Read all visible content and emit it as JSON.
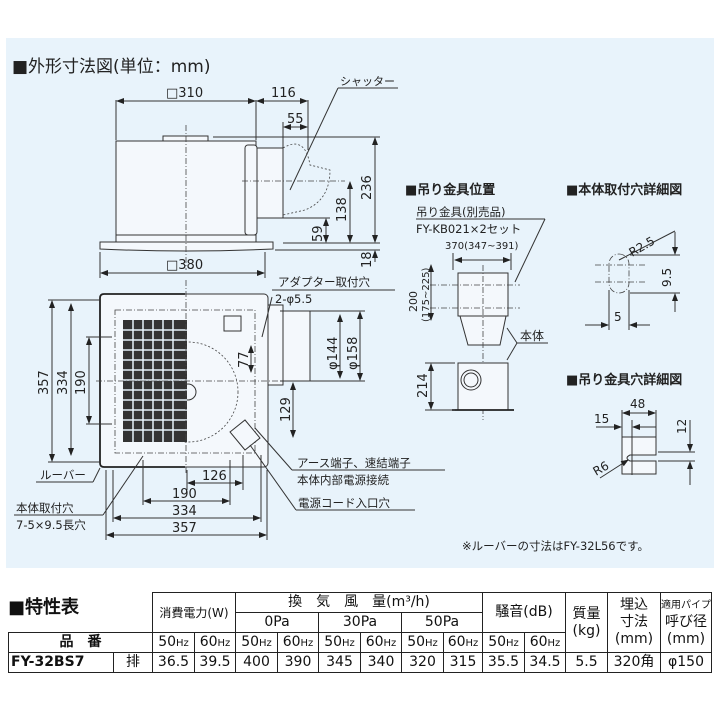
{
  "dimension_drawing": {
    "title": "■外形寸法図(単位：mm)",
    "side_view": {
      "width_body": "□310",
      "depth_116": "116",
      "depth_55": "55",
      "height_236": "236",
      "height_138": "138",
      "height_59": "59",
      "height_18": "18",
      "width_flange": "□380",
      "shutter_label": "シャッター"
    },
    "plan_view": {
      "adapter_hole_label": "アダプター取付穴",
      "adapter_hole_spec": "2-φ5.5",
      "dia_144": "φ144",
      "dia_158": "φ158",
      "dim_77": "77",
      "dim_129": "129",
      "v_357": "357",
      "v_334": "334",
      "v_190": "190",
      "h_126": "126",
      "h_190": "190",
      "h_334": "334",
      "h_357": "357",
      "terminal_label": "アース端子、速結端子",
      "internal_power_label": "本体内部電源接続",
      "cord_entry_label": "電源コード入口穴",
      "louver_label": "ルーバー",
      "mount_hole_label": "本体取付穴",
      "mount_hole_spec": "7-5×9.5長穴"
    },
    "hanger_position": {
      "title": "■吊り金具位置",
      "part_label": "吊り金具(別売品)",
      "part_number": "FY-KB021×2セット",
      "span": "370(347~391)",
      "pitch": "200",
      "pitch_range": "(175~225)",
      "body_label": "本体",
      "height_214": "214"
    },
    "mount_hole_detail": {
      "title": "■本体取付穴詳細図",
      "radius": "R2.5",
      "length": "9.5",
      "width": "5"
    },
    "hanger_hole_detail": {
      "title": "■吊り金具穴詳細図",
      "dim_48": "48",
      "dim_15": "15",
      "dim_12": "12",
      "radius": "R6"
    },
    "note": "※ルーバーの寸法はFY-32L56です。"
  },
  "spec_table": {
    "title": "■特性表",
    "headers": {
      "power": "消費電力(W)",
      "airflow": "換　気　風　量(m³/h)",
      "noise": "騒音(dB)",
      "mass": [
        "質量",
        "(kg)"
      ],
      "embed": [
        "埋込",
        "寸法",
        "(mm)"
      ],
      "pipe": [
        "適用パイプ",
        "呼び径",
        "(mm)"
      ],
      "pressures": [
        "0Pa",
        "30Pa",
        "50Pa"
      ],
      "model": "品　番",
      "hz": [
        "50",
        "60",
        "50",
        "60",
        "50",
        "60",
        "50",
        "60",
        "50",
        "60"
      ],
      "hz_unit": "Hz"
    },
    "rows": [
      {
        "model": "FY-32BS7",
        "type": "排",
        "values": [
          "36.5",
          "39.5",
          "400",
          "390",
          "345",
          "340",
          "320",
          "315",
          "35.5",
          "34.5",
          "5.5",
          "320角",
          "φ150"
        ]
      }
    ]
  }
}
